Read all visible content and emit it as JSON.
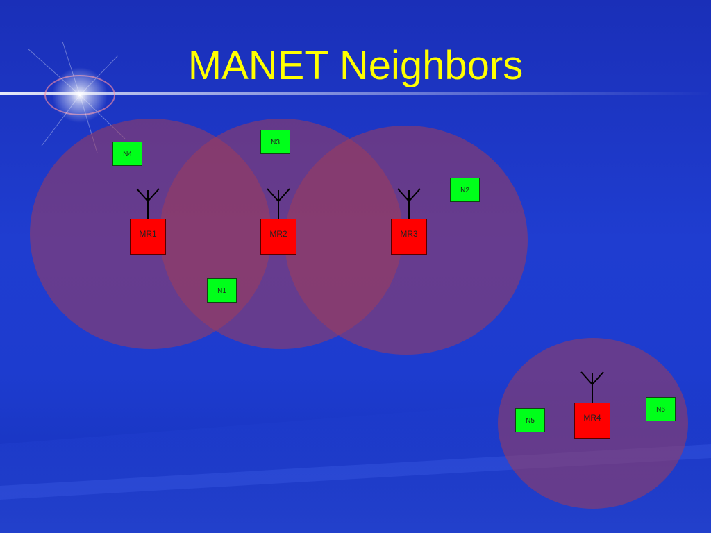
{
  "slide": {
    "title": "MANET Neighbors"
  },
  "routers": [
    {
      "id": "mr1",
      "label": "MR1"
    },
    {
      "id": "mr2",
      "label": "MR2"
    },
    {
      "id": "mr3",
      "label": "MR3"
    },
    {
      "id": "mr4",
      "label": "MR4"
    }
  ],
  "nodes": [
    {
      "id": "n1",
      "label": "N1"
    },
    {
      "id": "n2",
      "label": "N2"
    },
    {
      "id": "n3",
      "label": "N3"
    },
    {
      "id": "n4",
      "label": "N4"
    },
    {
      "id": "n5",
      "label": "N5"
    },
    {
      "id": "n6",
      "label": "N6"
    }
  ],
  "colors": {
    "background": "#1f3dd0",
    "title": "#ffff00",
    "router_fill": "#ff0000",
    "node_fill": "#00ff1a",
    "range_fill": "#a03c5a"
  }
}
